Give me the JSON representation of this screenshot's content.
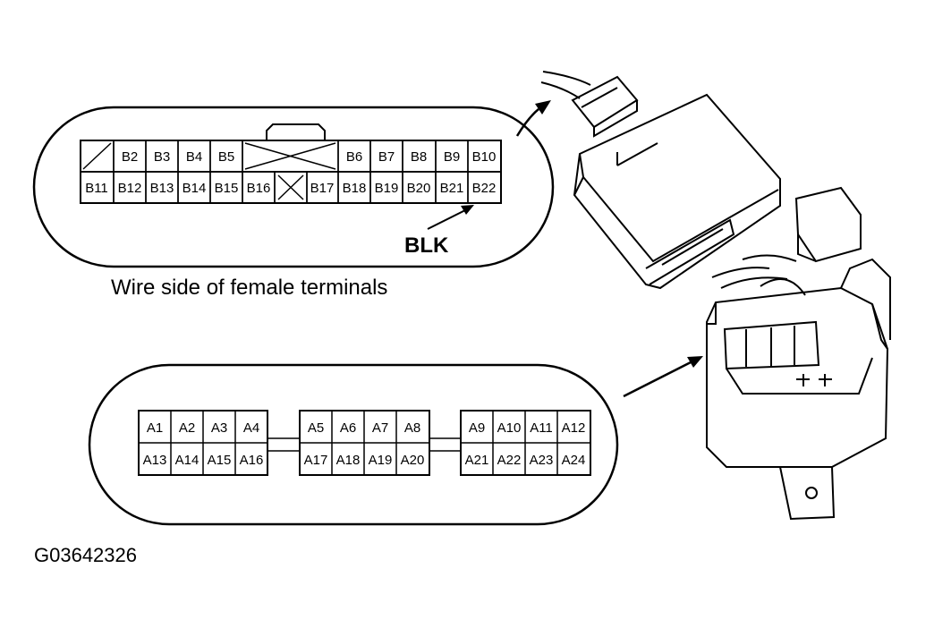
{
  "connector_b": {
    "top_row": [
      "",
      "B2",
      "B3",
      "B4",
      "B5",
      "",
      "B6",
      "B7",
      "B8",
      "B9",
      "B10"
    ],
    "bottom_row": [
      "B11",
      "B12",
      "B13",
      "B14",
      "B15",
      "B16",
      "",
      "B17",
      "B18",
      "B19",
      "B20",
      "B21",
      "B22"
    ],
    "wire_color_label": "BLK",
    "caption": "Wire side of female terminals"
  },
  "connector_a": {
    "groups": [
      {
        "top": [
          "A1",
          "A2",
          "A3",
          "A4"
        ],
        "bottom": [
          "A13",
          "A14",
          "A15",
          "A16"
        ]
      },
      {
        "top": [
          "A5",
          "A6",
          "A7",
          "A8"
        ],
        "bottom": [
          "A17",
          "A18",
          "A19",
          "A20"
        ]
      },
      {
        "top": [
          "A9",
          "A10",
          "A11",
          "A12"
        ],
        "bottom": [
          "A21",
          "A22",
          "A23",
          "A24"
        ]
      }
    ]
  },
  "figure_id": "G03642326"
}
